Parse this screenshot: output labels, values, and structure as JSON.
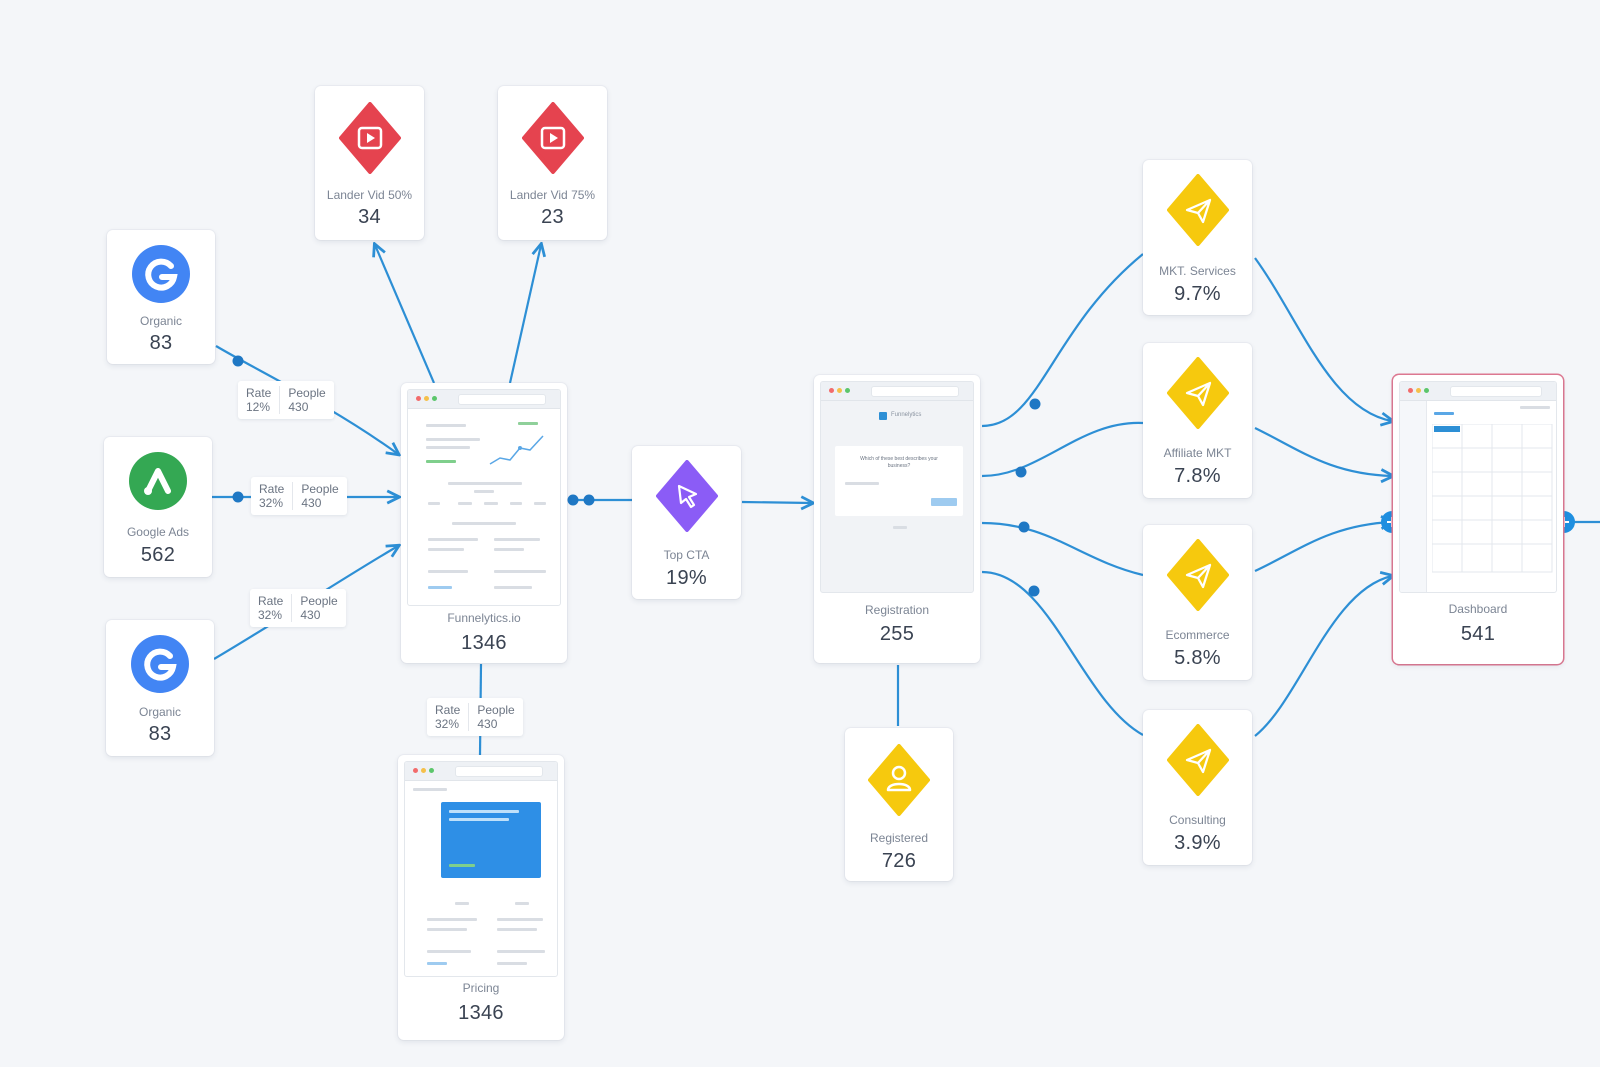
{
  "colors": {
    "link": "#2d8fd5",
    "link_dot": "#1f78c4",
    "video_red": "#e5434f",
    "cta_purple": "#8b5cf6",
    "goal_yellow": "#f6c90e",
    "google_blue": "#4285f4",
    "ads_green": "#34a853",
    "dashboard_border": "#e07a93"
  },
  "nodes": {
    "organic_top": {
      "label": "Organic",
      "value": "83",
      "icon": "google-g-icon"
    },
    "google_ads": {
      "label": "Google Ads",
      "value": "562",
      "icon": "google-ads-icon"
    },
    "organic_bottom": {
      "label": "Organic",
      "value": "83",
      "icon": "google-g-icon"
    },
    "lander_50": {
      "label": "Lander Vid 50%",
      "value": "34",
      "icon": "play-video-icon"
    },
    "lander_75": {
      "label": "Lander Vid 75%",
      "value": "23",
      "icon": "play-video-icon"
    },
    "funnelytics": {
      "label": "Funnelytics.io",
      "value": "1346"
    },
    "pricing": {
      "label": "Pricing",
      "value": "1346"
    },
    "top_cta": {
      "label": "Top CTA",
      "value": "19%",
      "icon": "cursor-click-icon"
    },
    "registration": {
      "label": "Registration",
      "value": "255"
    },
    "registered": {
      "label": "Registered",
      "value": "726",
      "icon": "user-icon"
    },
    "mkt_services": {
      "label": "MKT. Services",
      "value": "9.7%",
      "icon": "paper-plane-icon"
    },
    "affiliate_mkt": {
      "label": "Affiliate MKT",
      "value": "7.8%",
      "icon": "paper-plane-icon"
    },
    "ecommerce": {
      "label": "Ecommerce",
      "value": "5.8%",
      "icon": "paper-plane-icon"
    },
    "consulting": {
      "label": "Consulting",
      "value": "3.9%",
      "icon": "paper-plane-icon"
    },
    "dashboard": {
      "label": "Dashboard",
      "value": "541"
    }
  },
  "stats": {
    "organic_top": {
      "rate_label": "Rate",
      "rate": "12%",
      "people_label": "People",
      "people": "430"
    },
    "google_ads": {
      "rate_label": "Rate",
      "rate": "32%",
      "people_label": "People",
      "people": "430"
    },
    "organic_bottom": {
      "rate_label": "Rate",
      "rate": "32%",
      "people_label": "People",
      "people": "430"
    },
    "pricing": {
      "rate_label": "Rate",
      "rate": "32%",
      "people_label": "People",
      "people": "430"
    }
  },
  "previews": {
    "registration": {
      "brand": "Funnelytics",
      "question": "Which of these best describes your business?"
    }
  }
}
